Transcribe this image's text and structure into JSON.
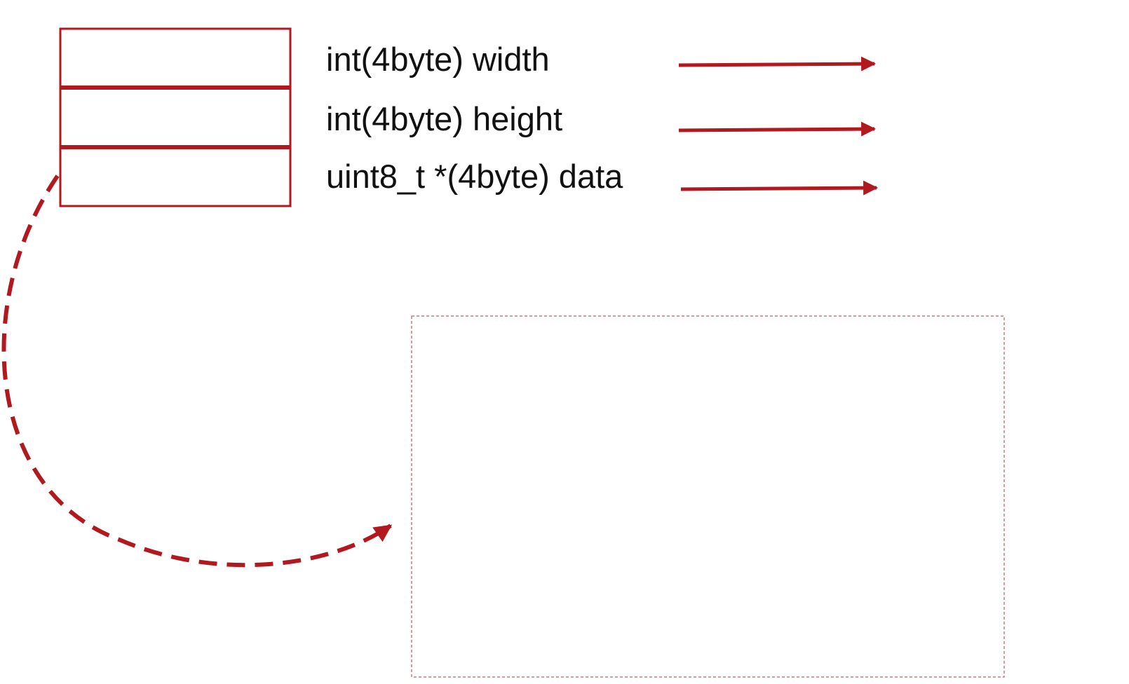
{
  "colors": {
    "accent": "#b2191f",
    "buffer_border": "#c87a7a",
    "text": "#111111",
    "background": "#ffffff"
  },
  "struct": {
    "fields": [
      {
        "label": "int(4byte) width"
      },
      {
        "label": "int(4byte) height"
      },
      {
        "label": "uint8_t *(4byte) data"
      }
    ]
  },
  "pointer": {
    "style": "dashed-curved-arrow",
    "source_field": 2,
    "target": "data-buffer"
  },
  "buffer": {
    "style": "dotted-rectangle",
    "label": ""
  }
}
